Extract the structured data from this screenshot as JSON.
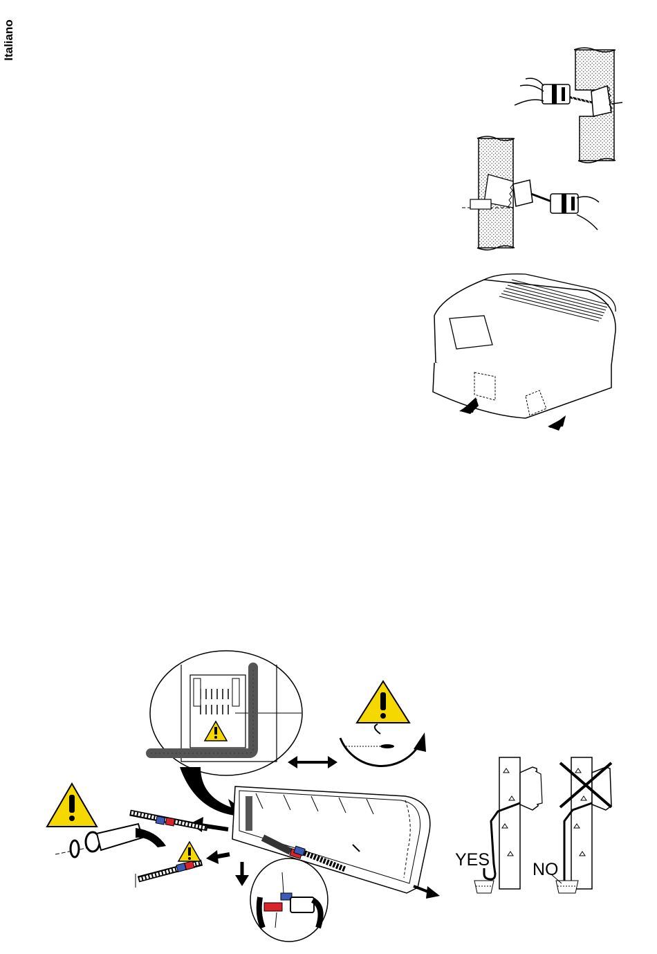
{
  "side_label": "Italiano",
  "drain_labels": {
    "yes": "YES",
    "no": "NO"
  },
  "colors": {
    "warning_yellow": "#f5d800",
    "pipe_blue": "#3b5bb5",
    "pipe_red": "#d8242a",
    "insulation_dark": "#555555"
  },
  "icons": [
    "warning-triangle-icon",
    "arrow-icon",
    "cross-icon"
  ]
}
